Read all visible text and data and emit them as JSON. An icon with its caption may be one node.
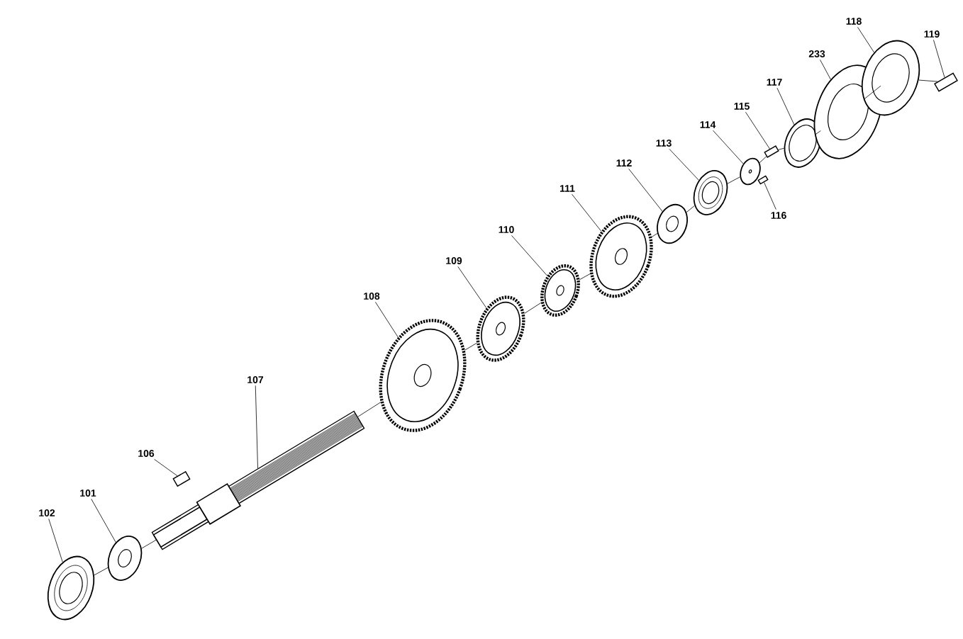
{
  "diagram": {
    "nodes": [
      {
        "text": [
          "102"
        ]
      },
      {
        "text": [],
        "shape": "picture"
      },
      {
        "text": [
          "101"
        ]
      },
      {
        "text": [],
        "shape": "picture"
      },
      {
        "text": [
          "106"
        ]
      },
      {
        "text": [],
        "shape": "picture"
      },
      {
        "text": [
          "107"
        ]
      },
      {
        "text": [],
        "shape": "picture"
      },
      {
        "text": [
          "108"
        ]
      },
      {
        "text": [],
        "shape": "picture"
      },
      {
        "text": [
          "109"
        ]
      },
      {
        "text": [],
        "shape": "picture"
      },
      {
        "text": [
          "110"
        ]
      },
      {
        "text": [],
        "shape": "picture"
      },
      {
        "text": [
          "111"
        ]
      },
      {
        "text": [],
        "shape": "picture"
      },
      {
        "text": [
          "112"
        ]
      },
      {
        "text": [],
        "shape": "picture"
      },
      {
        "text": [
          "113"
        ]
      },
      {
        "text": [],
        "shape": "picture"
      },
      {
        "text": [
          "114"
        ]
      },
      {
        "text": [],
        "shape": "picture"
      },
      {
        "text": [
          "115"
        ]
      },
      {
        "text": [],
        "shape": "picture"
      },
      {
        "text": [
          "116"
        ]
      },
      {
        "text": [],
        "shape": "picture"
      },
      {
        "text": [
          "117"
        ]
      },
      {
        "text": [],
        "shape": "picture"
      },
      {
        "text": [
          "233"
        ]
      },
      {
        "text": [],
        "shape": "picture"
      },
      {
        "text": [
          "118"
        ]
      },
      {
        "text": [],
        "shape": "picture"
      },
      {
        "text": [
          "119"
        ]
      },
      {
        "text": [],
        "shape": "picture"
      }
    ],
    "edges": [
      {
        "from": 0,
        "to": 1,
        "arrow": "none"
      },
      {
        "from": 2,
        "to": 3,
        "arrow": "none"
      },
      {
        "from": 4,
        "to": 5,
        "arrow": "none"
      },
      {
        "from": 6,
        "to": 7,
        "arrow": "none"
      },
      {
        "from": 8,
        "to": 9,
        "arrow": "none"
      },
      {
        "from": 10,
        "to": 11,
        "arrow": "none"
      },
      {
        "from": 12,
        "to": 13,
        "arrow": "none"
      },
      {
        "from": 14,
        "to": 15,
        "arrow": "none"
      },
      {
        "from": 16,
        "to": 17,
        "arrow": "none"
      },
      {
        "from": 18,
        "to": 19,
        "arrow": "none"
      },
      {
        "from": 20,
        "to": 21,
        "arrow": "none"
      },
      {
        "from": 22,
        "to": 23,
        "arrow": "none"
      },
      {
        "from": 24,
        "to": 25,
        "arrow": "none"
      },
      {
        "from": 26,
        "to": 27,
        "arrow": "none"
      },
      {
        "from": 28,
        "to": 29,
        "arrow": "none"
      },
      {
        "from": 30,
        "to": 31,
        "arrow": "none"
      },
      {
        "from": 32,
        "to": 33,
        "arrow": "none"
      },
      {
        "from": 1,
        "to": 3,
        "arrow": "none"
      },
      {
        "from": 3,
        "to": 7,
        "arrow": "none"
      },
      {
        "from": 7,
        "to": 9,
        "arrow": "none"
      },
      {
        "from": 9,
        "to": 11,
        "arrow": "none"
      },
      {
        "from": 11,
        "to": 13,
        "arrow": "none"
      },
      {
        "from": 13,
        "to": 15,
        "arrow": "none"
      },
      {
        "from": 15,
        "to": 17,
        "arrow": "none"
      },
      {
        "from": 17,
        "to": 19,
        "arrow": "none"
      },
      {
        "from": 19,
        "to": 21,
        "arrow": "none"
      },
      {
        "from": 21,
        "to": 23,
        "arrow": "none"
      },
      {
        "from": 23,
        "to": 27,
        "arrow": "none"
      },
      {
        "from": 27,
        "to": 29,
        "arrow": "none"
      },
      {
        "from": 29,
        "to": 31,
        "arrow": "none"
      },
      {
        "from": 31,
        "to": 33,
        "arrow": "none"
      }
    ]
  }
}
